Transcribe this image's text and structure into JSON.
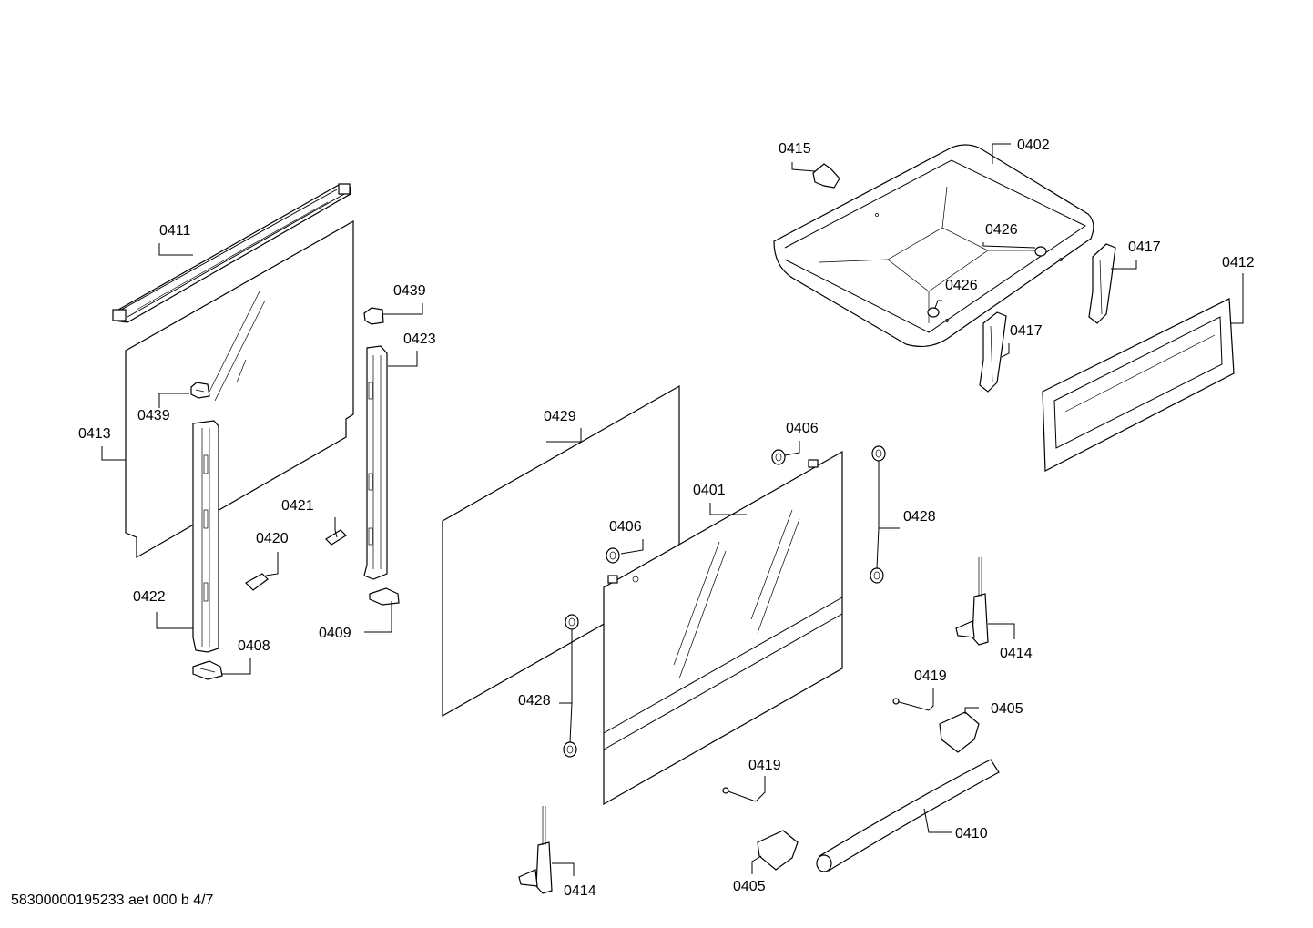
{
  "diagram": {
    "callouts": [
      {
        "id": "c0411",
        "text": "0411"
      },
      {
        "id": "c0413",
        "text": "0413"
      },
      {
        "id": "c0439a",
        "text": "0439"
      },
      {
        "id": "c0439b",
        "text": "0439"
      },
      {
        "id": "c0423",
        "text": "0423"
      },
      {
        "id": "c0421",
        "text": "0421"
      },
      {
        "id": "c0420",
        "text": "0420"
      },
      {
        "id": "c0422",
        "text": "0422"
      },
      {
        "id": "c0408",
        "text": "0408"
      },
      {
        "id": "c0409",
        "text": "0409"
      },
      {
        "id": "c0429",
        "text": "0429"
      },
      {
        "id": "c0406a",
        "text": "0406"
      },
      {
        "id": "c0406b",
        "text": "0406"
      },
      {
        "id": "c0401",
        "text": "0401"
      },
      {
        "id": "c0428a",
        "text": "0428"
      },
      {
        "id": "c0428b",
        "text": "0428"
      },
      {
        "id": "c0415",
        "text": "0415"
      },
      {
        "id": "c0402",
        "text": "0402"
      },
      {
        "id": "c0426a",
        "text": "0426"
      },
      {
        "id": "c0426b",
        "text": "0426"
      },
      {
        "id": "c0417a",
        "text": "0417"
      },
      {
        "id": "c0417b",
        "text": "0417"
      },
      {
        "id": "c0412",
        "text": "0412"
      },
      {
        "id": "c0414a",
        "text": "0414"
      },
      {
        "id": "c0414b",
        "text": "0414"
      },
      {
        "id": "c0419a",
        "text": "0419"
      },
      {
        "id": "c0419b",
        "text": "0419"
      },
      {
        "id": "c0405a",
        "text": "0405"
      },
      {
        "id": "c0405b",
        "text": "0405"
      },
      {
        "id": "c0410",
        "text": "0410"
      }
    ],
    "footer_text": "58300000195233 aet 000 b 4/7"
  }
}
